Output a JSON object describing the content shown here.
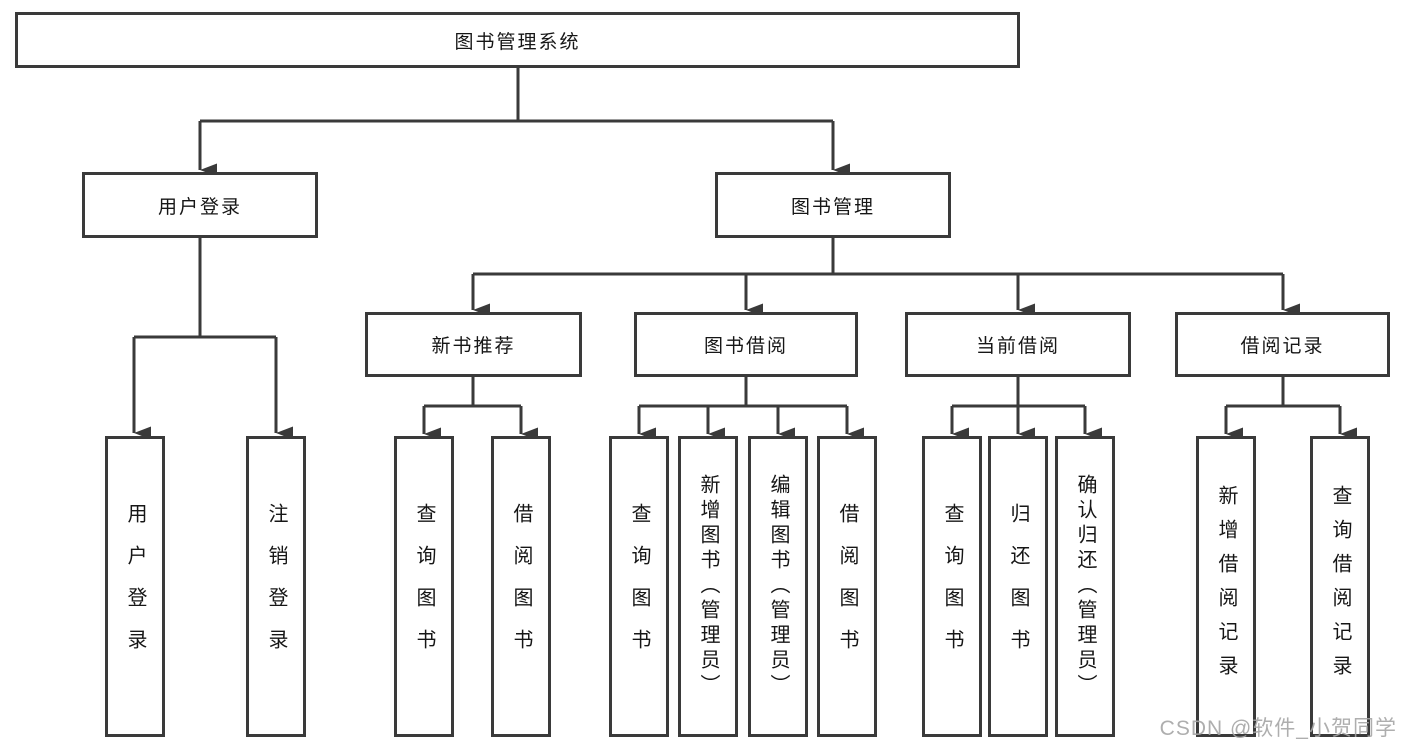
{
  "tree": {
    "label": "图书管理系统",
    "children": [
      {
        "label": "用户登录",
        "children": [
          {
            "label": "用户登录"
          },
          {
            "label": "注销登录"
          }
        ]
      },
      {
        "label": "图书管理",
        "children": [
          {
            "label": "新书推荐",
            "children": [
              {
                "label": "查询图书"
              },
              {
                "label": "借阅图书"
              }
            ]
          },
          {
            "label": "图书借阅",
            "children": [
              {
                "label": "查询图书"
              },
              {
                "label": "新增图书（管理员）"
              },
              {
                "label": "编辑图书（管理员）"
              },
              {
                "label": "借阅图书"
              }
            ]
          },
          {
            "label": "当前借阅",
            "children": [
              {
                "label": "查询图书"
              },
              {
                "label": "归还图书"
              },
              {
                "label": "确认归还（管理员）"
              }
            ]
          },
          {
            "label": "借阅记录",
            "children": [
              {
                "label": "新增借阅记录"
              },
              {
                "label": "查询借阅记录"
              }
            ]
          }
        ]
      }
    ]
  },
  "watermark": {
    "text": "CSDN @软件_小贺同学"
  },
  "colors": {
    "line": "#3a3a3a",
    "text": "#161616",
    "watermark": "#a5a5a5",
    "background": "#ffffff"
  }
}
